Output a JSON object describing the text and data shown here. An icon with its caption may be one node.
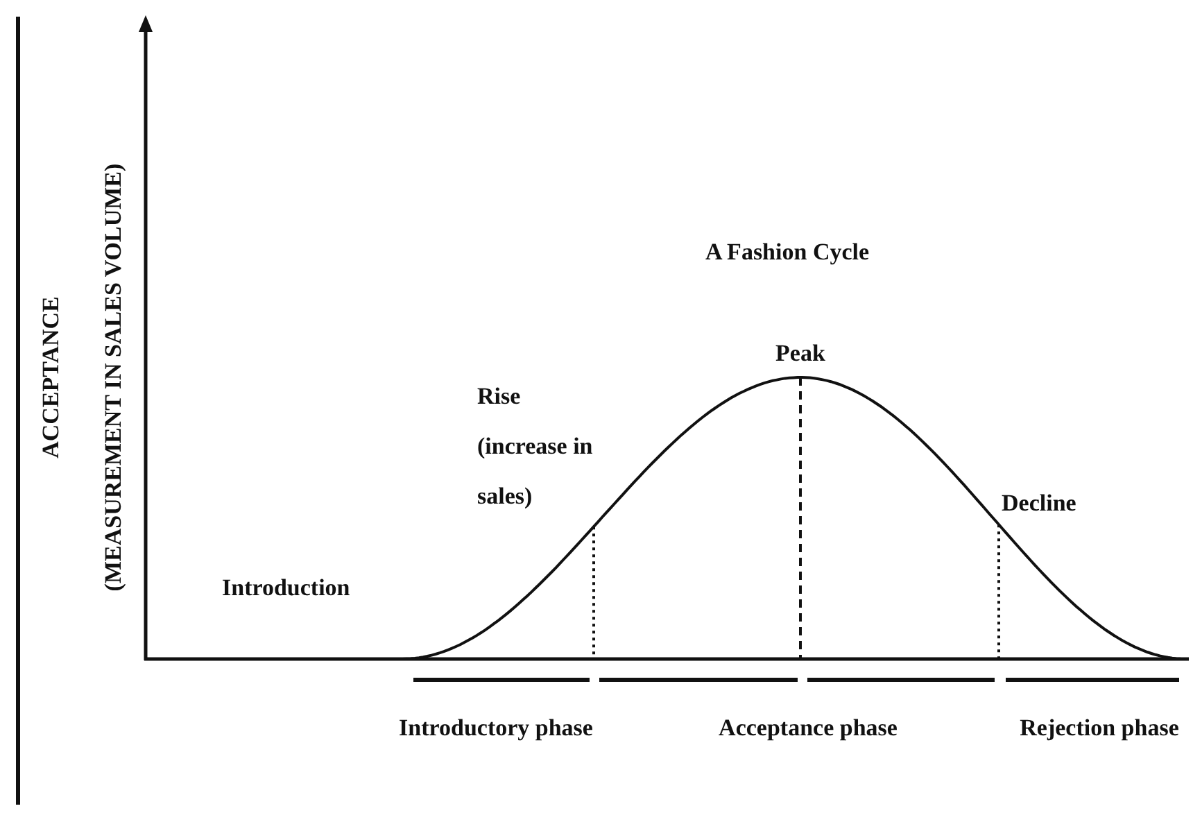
{
  "diagram": {
    "title": "A Fashion Cycle",
    "labels": [
      "ACCEPTANCE",
      "(MEASUREMENT IN SALES VOLUME)",
      "Peak",
      "Rise (increase in sales)",
      "Decline",
      "Introduction",
      "Introductory phase",
      "Acceptance phase",
      "Rejection phase"
    ]
  }
}
